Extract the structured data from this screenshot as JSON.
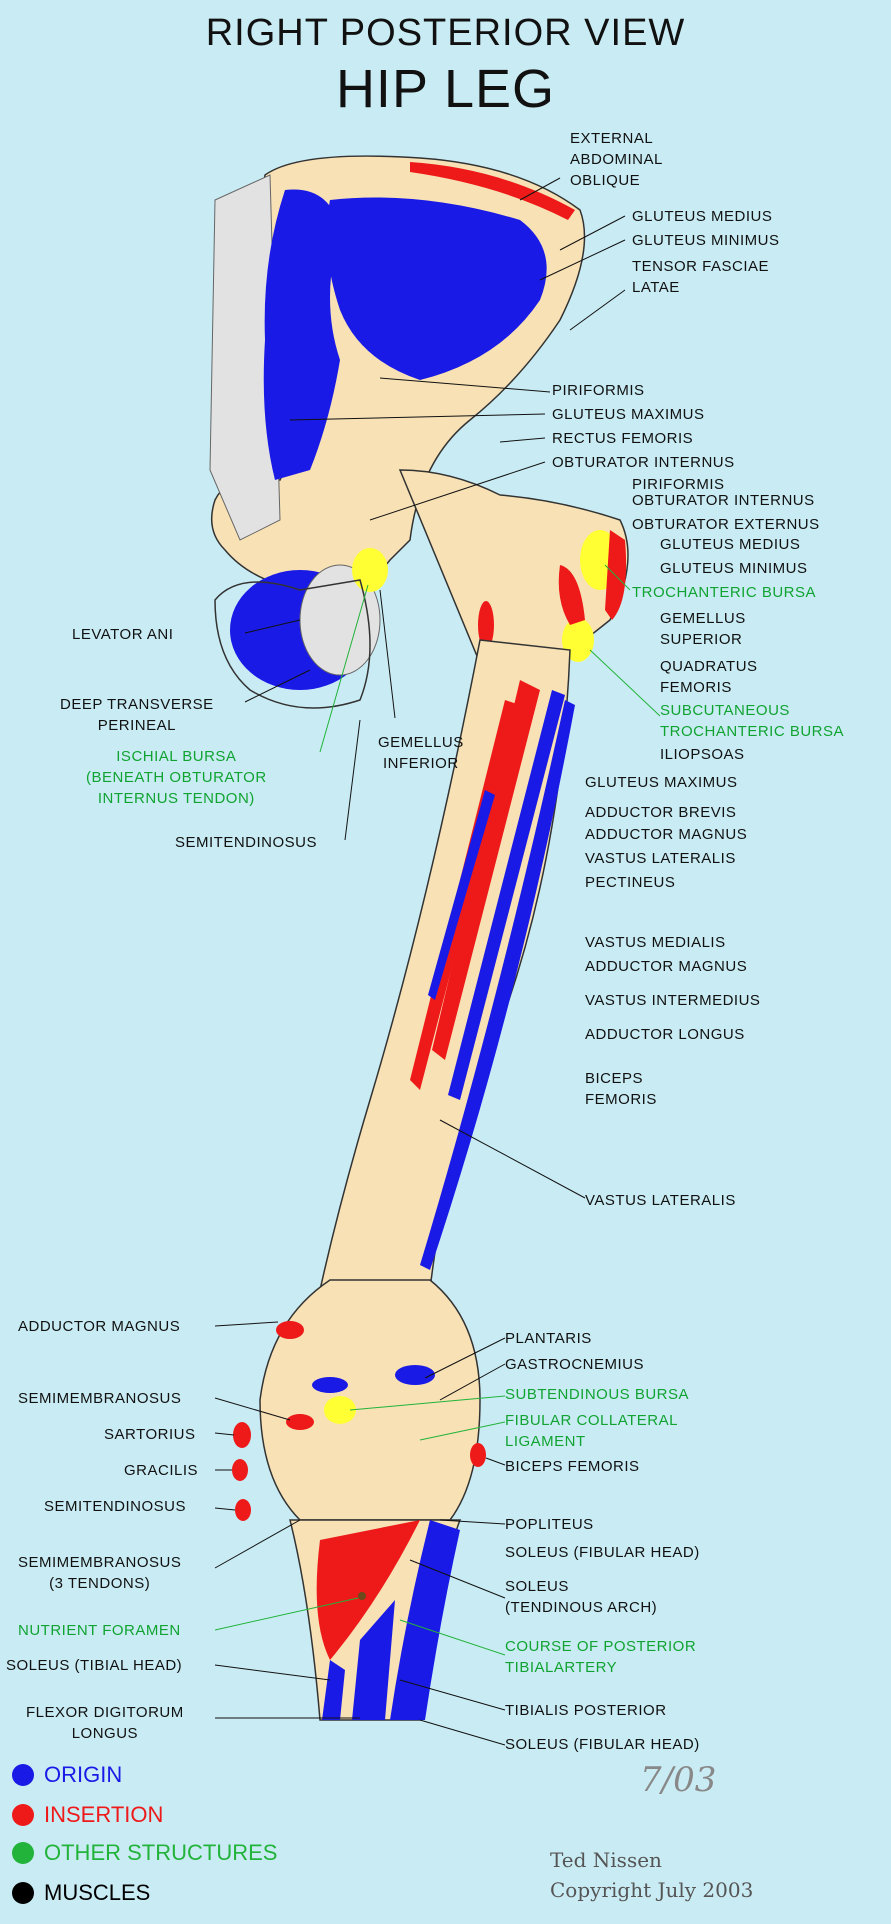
{
  "title": {
    "line1": "RIGHT POSTERIOR VIEW",
    "line2": "HIP LEG"
  },
  "colors": {
    "origin": "#1a1ae6",
    "insertion": "#ee1a1a",
    "other": "#22b33a",
    "muscles": "#000000",
    "bone": "#f7e1b5",
    "bursa": "#ffff33",
    "background": "#c9ecf4"
  },
  "labels_right": [
    {
      "text": "EXTERNAL\nABDOMINAL\nOBLIQUE"
    },
    {
      "text": "GLUTEUS MEDIUS"
    },
    {
      "text": "GLUTEUS MINIMUS"
    },
    {
      "text": "TENSOR FASCIAE\nLATAE"
    },
    {
      "text": "PIRIFORMIS"
    },
    {
      "text": "GLUTEUS MAXIMUS"
    },
    {
      "text": "RECTUS FEMORIS"
    },
    {
      "text": "OBTURATOR INTERNUS"
    },
    {
      "text": "PIRIFORMIS"
    },
    {
      "text": "OBTURATOR INTERNUS"
    },
    {
      "text": "OBTURATOR EXTERNUS"
    },
    {
      "text": "GLUTEUS MEDIUS"
    },
    {
      "text": "GLUTEUS MINIMUS"
    },
    {
      "text": "TROCHANTERIC BURSA",
      "green": true
    },
    {
      "text": "GEMELLUS\nSUPERIOR"
    },
    {
      "text": "QUADRATUS\nFEMORIS"
    },
    {
      "text": "SUBCUTANEOUS\nTROCHANTERIC BURSA",
      "green": true
    },
    {
      "text": "ILIOPSOAS"
    },
    {
      "text": "GLUTEUS MAXIMUS"
    },
    {
      "text": "ADDUCTOR BREVIS"
    },
    {
      "text": "ADDUCTOR MAGNUS"
    },
    {
      "text": "VASTUS LATERALIS"
    },
    {
      "text": "PECTINEUS"
    },
    {
      "text": "VASTUS MEDIALIS"
    },
    {
      "text": "ADDUCTOR MAGNUS"
    },
    {
      "text": "VASTUS INTERMEDIUS"
    },
    {
      "text": "ADDUCTOR LONGUS"
    },
    {
      "text": "BICEPS\nFEMORIS"
    },
    {
      "text": "VASTUS LATERALIS"
    },
    {
      "text": "PLANTARIS"
    },
    {
      "text": "GASTROCNEMIUS"
    },
    {
      "text": "SUBTENDINOUS BURSA",
      "green": true
    },
    {
      "text": "FIBULAR COLLATERAL\nLIGAMENT",
      "green": true
    },
    {
      "text": "BICEPS FEMORIS"
    },
    {
      "text": "POPLITEUS"
    },
    {
      "text": "SOLEUS (FIBULAR HEAD)"
    },
    {
      "text": "SOLEUS\n(TENDINOUS ARCH)"
    },
    {
      "text": "COURSE OF POSTERIOR\nTIBIALARTERY",
      "green": true
    },
    {
      "text": "TIBIALIS POSTERIOR"
    },
    {
      "text": "SOLEUS (FIBULAR HEAD)"
    }
  ],
  "labels_left": [
    {
      "text": "LEVATOR ANI"
    },
    {
      "text": "DEEP TRANSVERSE\nPERINEAL"
    },
    {
      "text": "GEMELLUS\nINFERIOR"
    },
    {
      "text": "ISCHIAL BURSA\n(BENEATH OBTURATOR\nINTERNUS TENDON)",
      "green": true
    },
    {
      "text": "SEMITENDINOSUS"
    },
    {
      "text": "ADDUCTOR MAGNUS"
    },
    {
      "text": "SEMIMEMBRANOSUS"
    },
    {
      "text": "SARTORIUS"
    },
    {
      "text": "GRACILIS"
    },
    {
      "text": "SEMITENDINOSUS"
    },
    {
      "text": "SEMIMEMBRANOSUS\n(3 TENDONS)"
    },
    {
      "text": "NUTRIENT FORAMEN",
      "green": true
    },
    {
      "text": "SOLEUS (TIBIAL HEAD)"
    },
    {
      "text": "FLEXOR DIGITORUM\nLONGUS"
    }
  ],
  "legend": [
    {
      "label": "ORIGIN",
      "color": "#1a1ae6"
    },
    {
      "label": "INSERTION",
      "color": "#ee1a1a"
    },
    {
      "label": "OTHER STRUCTURES",
      "color": "#22b33a"
    },
    {
      "label": "MUSCLES",
      "color": "#000000"
    }
  ],
  "signature": {
    "mark": "7/03",
    "name": "Ted Nissen",
    "copyright": "Copyright July 2003"
  }
}
